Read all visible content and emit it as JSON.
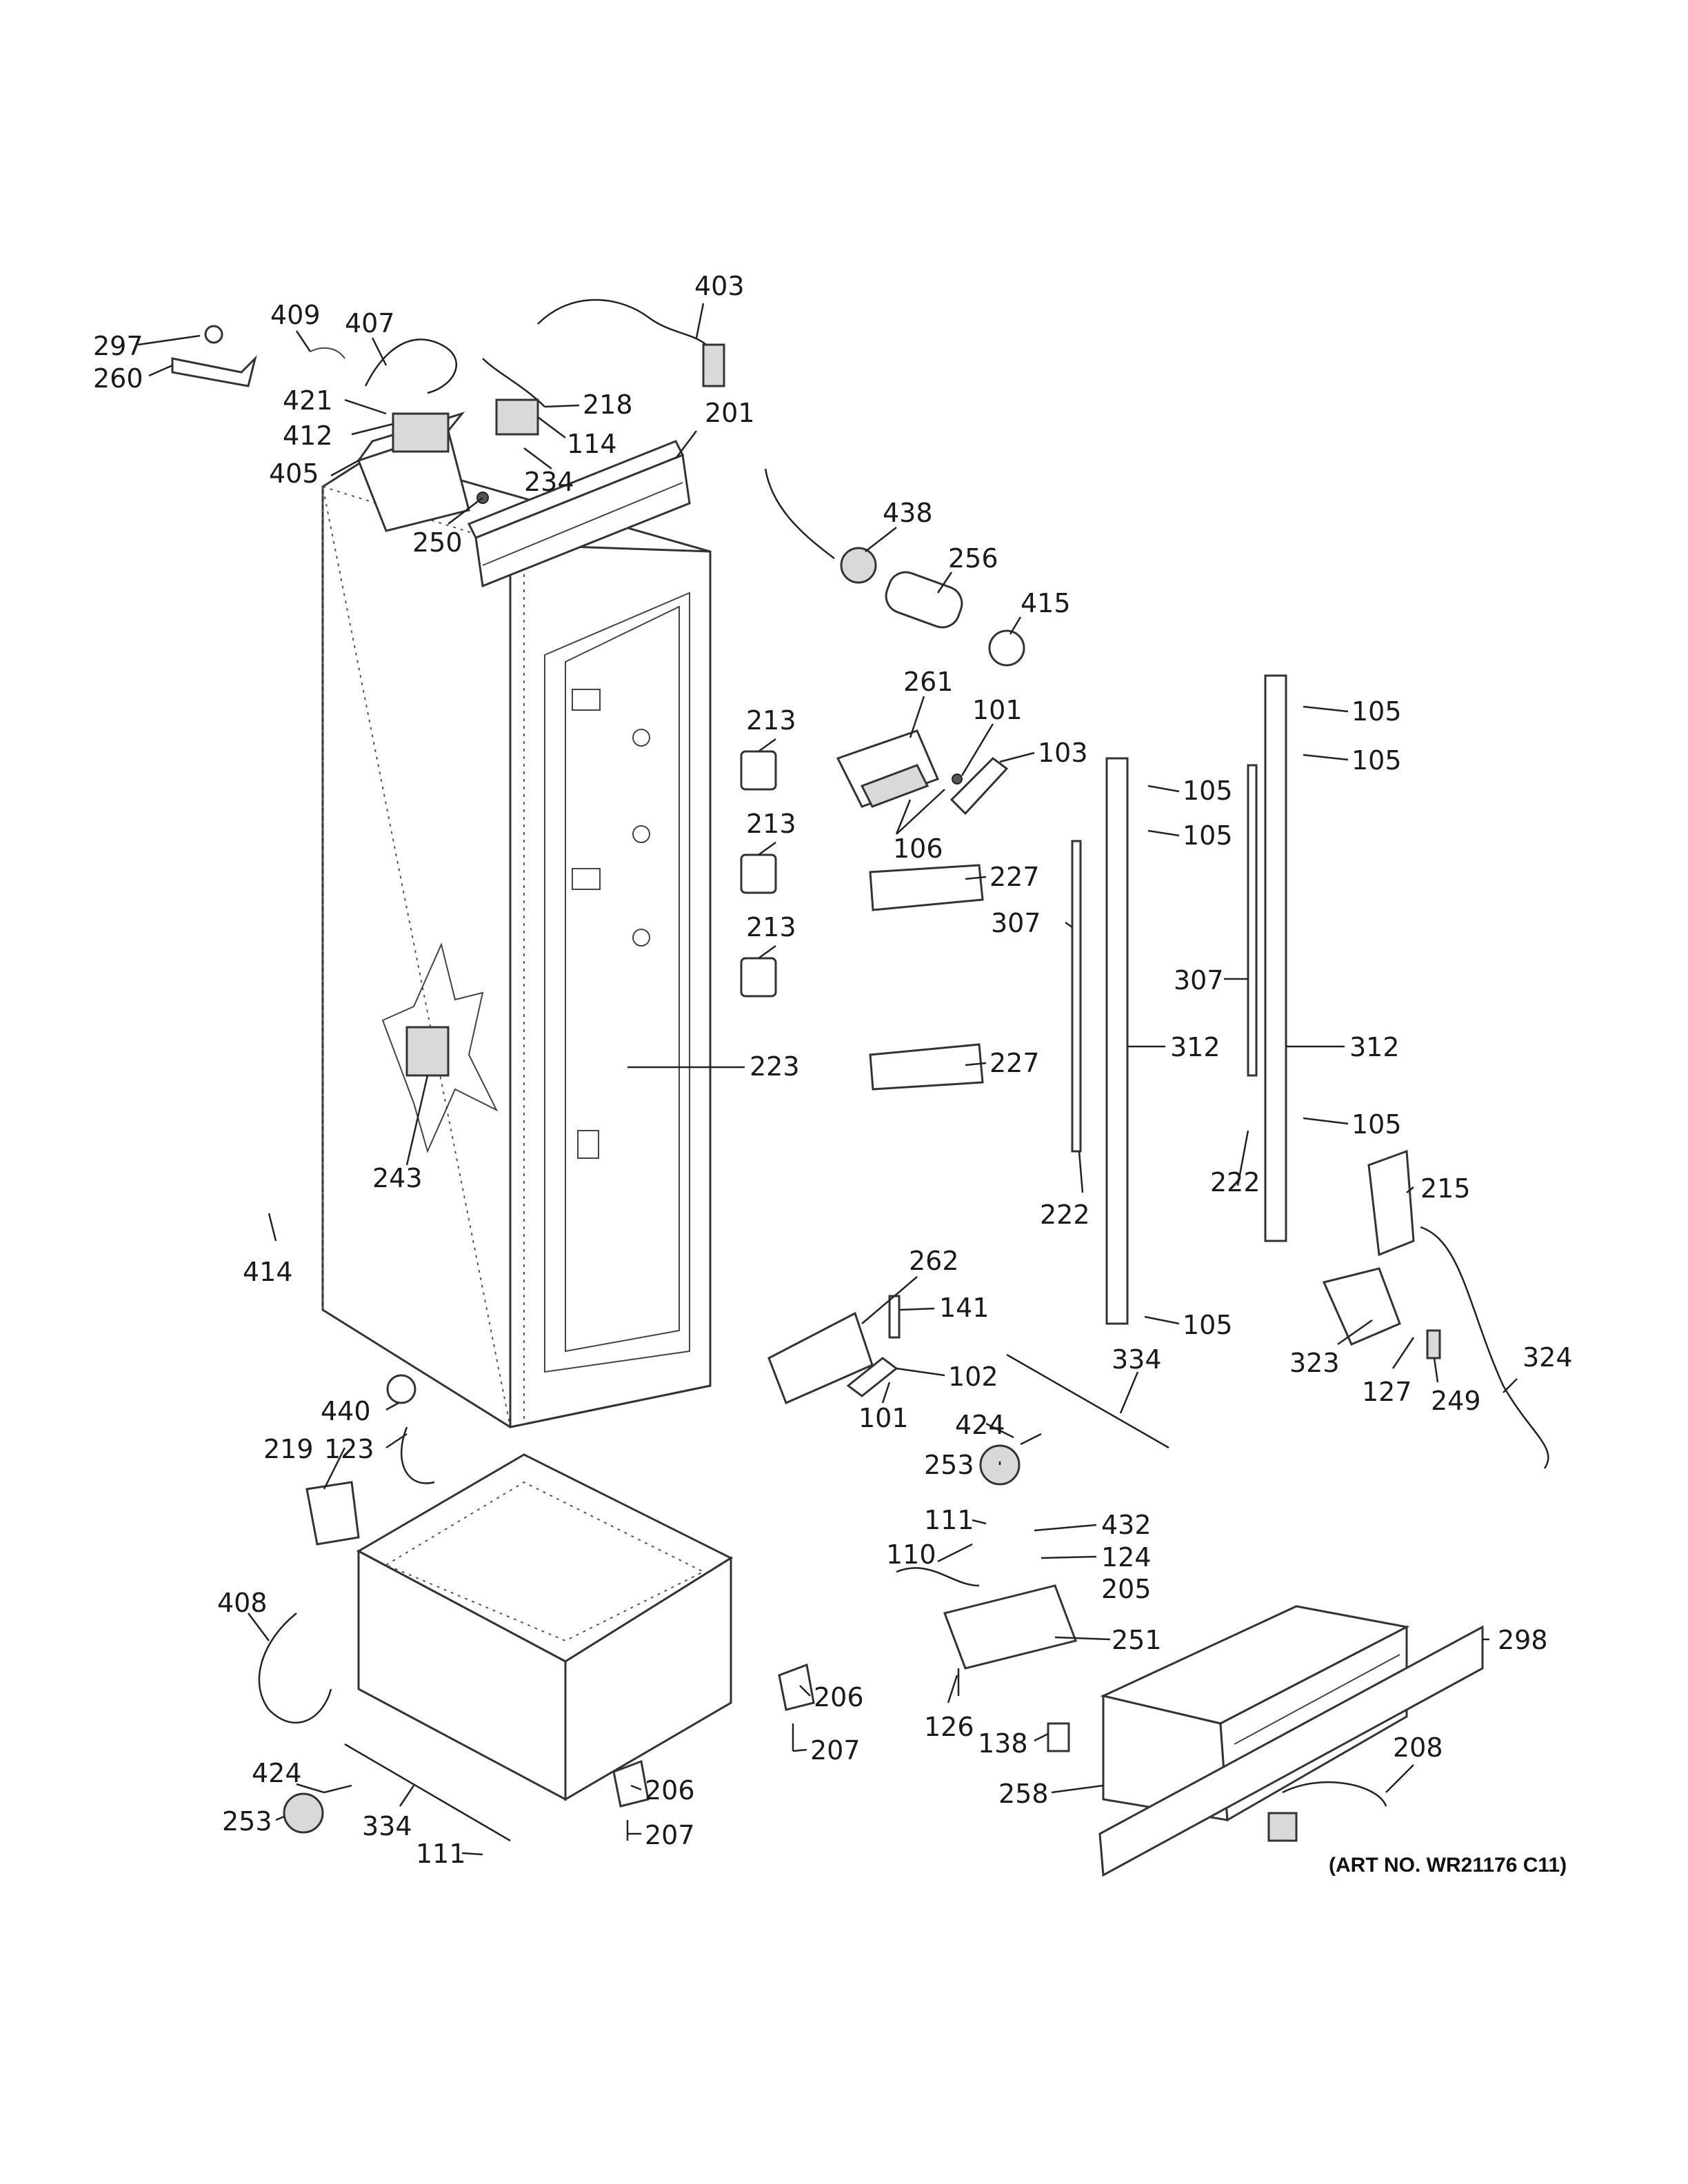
{
  "art_number": "(ART NO. WR21176 C11)",
  "callouts": [
    {
      "id": "297",
      "text": "297"
    },
    {
      "id": "260",
      "text": "260"
    },
    {
      "id": "409",
      "text": "409"
    },
    {
      "id": "407",
      "text": "407"
    },
    {
      "id": "403",
      "text": "403"
    },
    {
      "id": "421",
      "text": "421"
    },
    {
      "id": "412",
      "text": "412"
    },
    {
      "id": "405",
      "text": "405"
    },
    {
      "id": "218",
      "text": "218"
    },
    {
      "id": "114",
      "text": "114"
    },
    {
      "id": "201",
      "text": "201"
    },
    {
      "id": "234",
      "text": "234"
    },
    {
      "id": "250",
      "text": "250"
    },
    {
      "id": "438",
      "text": "438"
    },
    {
      "id": "256",
      "text": "256"
    },
    {
      "id": "415",
      "text": "415"
    },
    {
      "id": "261",
      "text": "261"
    },
    {
      "id": "101a",
      "text": "101"
    },
    {
      "id": "103",
      "text": "103"
    },
    {
      "id": "106",
      "text": "106"
    },
    {
      "id": "105a",
      "text": "105"
    },
    {
      "id": "105b",
      "text": "105"
    },
    {
      "id": "105c",
      "text": "105"
    },
    {
      "id": "105d",
      "text": "105"
    },
    {
      "id": "213a",
      "text": "213"
    },
    {
      "id": "213b",
      "text": "213"
    },
    {
      "id": "213c",
      "text": "213"
    },
    {
      "id": "227a",
      "text": "227"
    },
    {
      "id": "227b",
      "text": "227"
    },
    {
      "id": "307a",
      "text": "307"
    },
    {
      "id": "307b",
      "text": "307"
    },
    {
      "id": "312a",
      "text": "312"
    },
    {
      "id": "312b",
      "text": "312"
    },
    {
      "id": "223",
      "text": "223"
    },
    {
      "id": "105e",
      "text": "105"
    },
    {
      "id": "243",
      "text": "243"
    },
    {
      "id": "222a",
      "text": "222"
    },
    {
      "id": "222b",
      "text": "222"
    },
    {
      "id": "215",
      "text": "215"
    },
    {
      "id": "414",
      "text": "414"
    },
    {
      "id": "262",
      "text": "262"
    },
    {
      "id": "141",
      "text": "141"
    },
    {
      "id": "105f",
      "text": "105"
    },
    {
      "id": "323",
      "text": "323"
    },
    {
      "id": "334a",
      "text": "334"
    },
    {
      "id": "324",
      "text": "324"
    },
    {
      "id": "102",
      "text": "102"
    },
    {
      "id": "127",
      "text": "127"
    },
    {
      "id": "249",
      "text": "249"
    },
    {
      "id": "101b",
      "text": "101"
    },
    {
      "id": "440",
      "text": "440"
    },
    {
      "id": "424a",
      "text": "424"
    },
    {
      "id": "219",
      "text": "219"
    },
    {
      "id": "123",
      "text": "123"
    },
    {
      "id": "253a",
      "text": "253"
    },
    {
      "id": "111a",
      "text": "111"
    },
    {
      "id": "432",
      "text": "432"
    },
    {
      "id": "110",
      "text": "110"
    },
    {
      "id": "124",
      "text": "124"
    },
    {
      "id": "205",
      "text": "205"
    },
    {
      "id": "408",
      "text": "408"
    },
    {
      "id": "251",
      "text": "251"
    },
    {
      "id": "298",
      "text": "298"
    },
    {
      "id": "206a",
      "text": "206"
    },
    {
      "id": "126",
      "text": "126"
    },
    {
      "id": "138",
      "text": "138"
    },
    {
      "id": "207a",
      "text": "207"
    },
    {
      "id": "208",
      "text": "208"
    },
    {
      "id": "424b",
      "text": "424"
    },
    {
      "id": "206b",
      "text": "206"
    },
    {
      "id": "258",
      "text": "258"
    },
    {
      "id": "253b",
      "text": "253"
    },
    {
      "id": "334b",
      "text": "334"
    },
    {
      "id": "207b",
      "text": "207"
    },
    {
      "id": "111b",
      "text": "111"
    }
  ]
}
